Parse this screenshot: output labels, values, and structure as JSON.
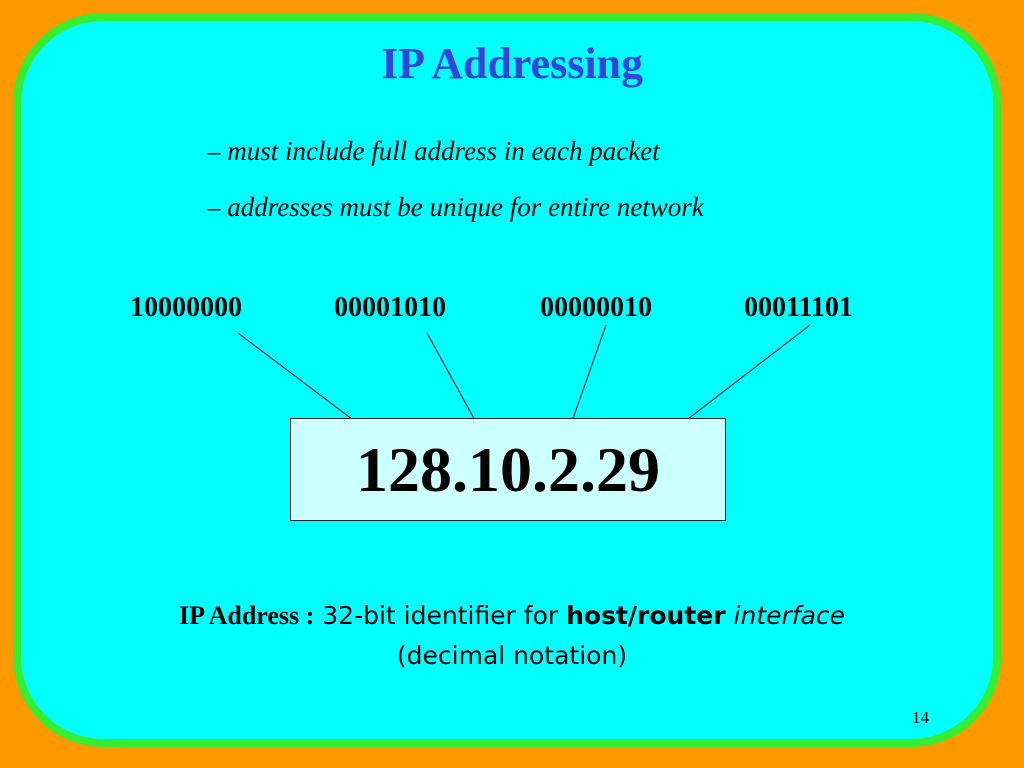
{
  "slide": {
    "title": "IP Addressing",
    "bullets": [
      "– must include full address in each packet",
      "– addresses must be unique for entire network"
    ],
    "binary_octets": [
      "10000000",
      "00001010",
      "00000010",
      "00011101"
    ],
    "ip_address": "128.10.2.29",
    "definition": {
      "term": "IP Address :",
      "text_1": " 32-bit identifier for ",
      "bold_word": "host/router",
      "text_2": " ",
      "italic_word": "interface",
      "line_2": "(decimal notation)"
    },
    "page_number": "14"
  },
  "colors": {
    "background": "#ff9900",
    "frame_border": "#33ee33",
    "slide_fill": "#00ffff",
    "title": "#3344dd",
    "ip_box_fill": "#ccffff"
  }
}
